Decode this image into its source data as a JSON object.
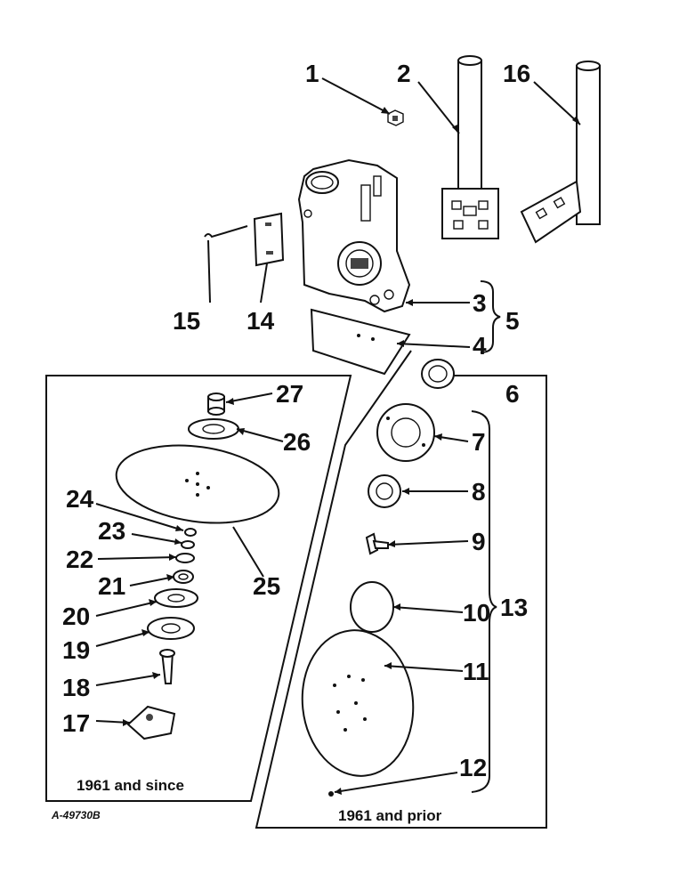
{
  "figure_id": "A-49730B",
  "panels": {
    "left_caption": "1961 and since",
    "right_caption": "1961 and prior"
  },
  "callouts": [
    "1",
    "2",
    "3",
    "4",
    "5",
    "6",
    "7",
    "8",
    "9",
    "10",
    "11",
    "12",
    "13",
    "14",
    "15",
    "16",
    "17",
    "18",
    "19",
    "20",
    "21",
    "22",
    "23",
    "24",
    "25",
    "26",
    "27"
  ],
  "groups": [
    {
      "label": "5",
      "members": [
        "3",
        "4"
      ]
    },
    {
      "label": "13",
      "members": [
        "7",
        "8",
        "9",
        "10",
        "11",
        "12"
      ]
    }
  ]
}
